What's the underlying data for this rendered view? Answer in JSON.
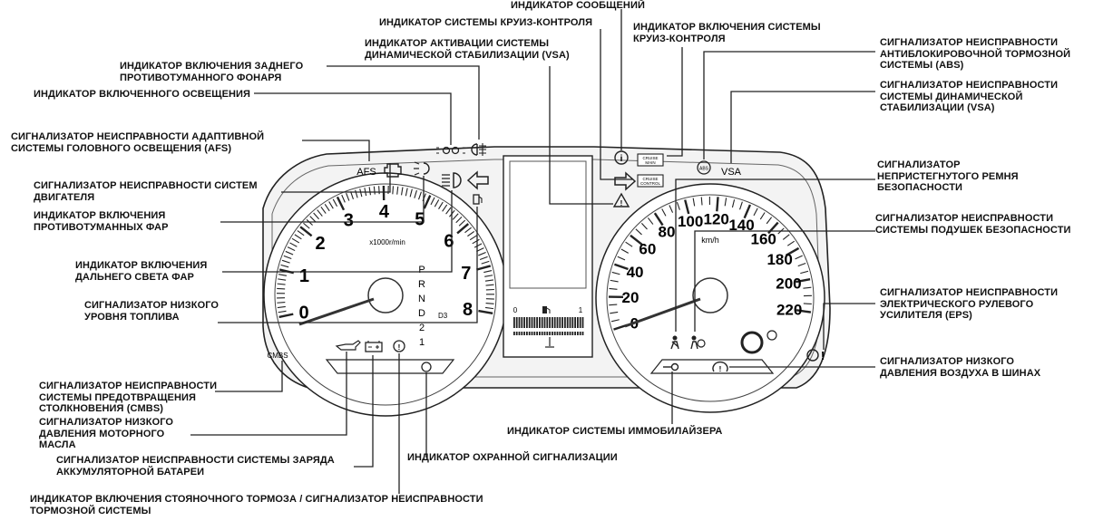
{
  "callouts": {
    "messages": "ИНДИКАТОР СООБЩЕНИЙ",
    "cruise_indicator": "ИНДИКАТОР СИСТЕМЫ КРУИЗ-КОНТРОЛЯ",
    "cruise_on": "ИНДИКАТОР ВКЛЮЧЕНИЯ СИСТЕМЫ\nКРУИЗ-КОНТРОЛЯ",
    "vsa_activation": "ИНДИКАТОР АКТИВАЦИИ СИСТЕМЫ\nДИНАМИЧЕСКОЙ СТАБИЛИЗАЦИИ (VSA)",
    "rear_fog": "ИНДИКАТОР ВКЛЮЧЕНИЯ ЗАДНЕГО\nПРОТИВОТУМАННОГО ФОНАРЯ",
    "lights_on": "ИНДИКАТОР ВКЛЮЧЕННОГО ОСВЕЩЕНИЯ",
    "afs": "СИГНАЛИЗАТОР НЕИСПРАВНОСТИ АДАПТИВНОЙ\nСИСТЕМЫ ГОЛОВНОГО ОСВЕЩЕНИЯ (AFS)",
    "engine": "СИГНАЛИЗАТОР НЕИСПРАВНОСТИ СИСТЕМ\nДВИГАТЕЛЯ",
    "front_fog": "ИНДИКАТОР ВКЛЮЧЕНИЯ\nПРОТИВОТУМАННЫХ ФАР",
    "high_beam": "ИНДИКАТОР ВКЛЮЧЕНИЯ\nДАЛЬНЕГО СВЕТА ФАР",
    "low_fuel": "СИГНАЛИЗАТОР НИЗКОГО\nУРОВНЯ ТОПЛИВА",
    "cmbs": "СИГНАЛИЗАТОР НЕИСПРАВНОСТИ\nСИСТЕМЫ ПРЕДОТВРАЩЕНИЯ\nСТОЛКНОВЕНИЯ (CMBS)",
    "oil_pressure": "СИГНАЛИЗАТОР НИЗКОГО\nДАВЛЕНИЯ МОТОРНОГО\nМАСЛА",
    "charging": "СИГНАЛИЗАТОР НЕИСПРАВНОСТИ СИСТЕМЫ ЗАРЯДА\nАККУМУЛЯТОРНОЙ БАТАРЕИ",
    "parking_brake": "ИНДИКАТОР ВКЛЮЧЕНИЯ СТОЯНОЧНОГО ТОРМОЗА / СИГНАЛИЗАТОР НЕИСПРАВНОСТИ\nТОРМОЗНОЙ СИСТЕМЫ",
    "security": "ИНДИКАТОР ОХРАННОЙ СИГНАЛИЗАЦИИ",
    "immobilizer": "ИНДИКАТОР СИСТЕМЫ ИММОБИЛАЙЗЕРА",
    "abs": "СИГНАЛИЗАТОР НЕИСПРАВНОСТИ\nАНТИБЛОКИРОВОЧНОЙ ТОРМОЗНОЙ\nСИСТЕМЫ (ABS)",
    "vsa_fault": "СИГНАЛИЗАТОР НЕИСПРАВНОСТИ\nСИСТЕМЫ ДИНАМИЧЕСКОЙ\nСТАБИЛИЗАЦИИ (VSA)",
    "seatbelt": "СИГНАЛИЗАТОР\nНЕПРИСТЕГНУТОГО РЕМНЯ\nБЕЗОПАСНОСТИ",
    "airbag": "СИГНАЛИЗАТОР НЕИСПРАВНОСТИ\nСИСТЕМЫ ПОДУШЕК БЕЗОПАСНОСТИ",
    "eps": "СИГНАЛИЗАТОР НЕИСПРАВНОСТИ\nЭЛЕКТРИЧЕСКОГО РУЛЕВОГО\nУСИЛИТЕЛЯ (EPS)",
    "tire_pressure": "СИГНАЛИЗАТОР НИЗКОГО\nДАВЛЕНИЯ ВОЗДУХА В ШИНАХ"
  },
  "cluster": {
    "afs_text": "AFS",
    "vsa_text": "VSA",
    "abs_text": "ABS",
    "cmbs_text": "CMBS",
    "cruise_main": "CRUISE\nMAIN",
    "cruise_control": "CRUISE\nCONTROL",
    "tach_unit": "x1000r/min",
    "speed_unit": "km/h",
    "tach_labels": [
      "0",
      "1",
      "2",
      "3",
      "4",
      "5",
      "6",
      "7",
      "8"
    ],
    "speed_labels": [
      "0",
      "20",
      "40",
      "60",
      "80",
      "100",
      "120",
      "140",
      "160",
      "180",
      "200",
      "220"
    ],
    "gears": [
      "P",
      "R",
      "N",
      "D",
      "2",
      "1"
    ],
    "gear_d3": "D3",
    "fuel_empty": "0",
    "fuel_full": "1"
  }
}
